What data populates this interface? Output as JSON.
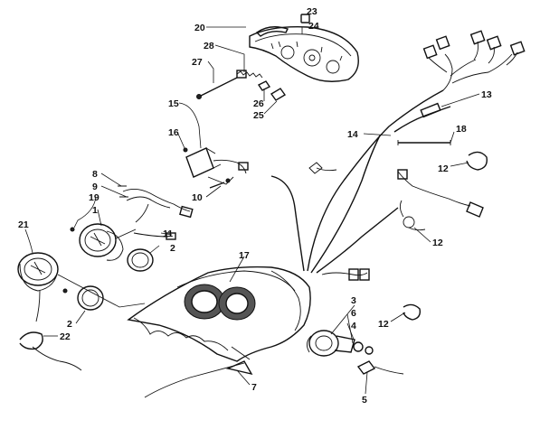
{
  "diagram": {
    "callouts": [
      {
        "id": "c1",
        "text": "1"
      },
      {
        "id": "c2a",
        "text": "2"
      },
      {
        "id": "c2b",
        "text": "2"
      },
      {
        "id": "c3",
        "text": "3"
      },
      {
        "id": "c4",
        "text": "4"
      },
      {
        "id": "c5",
        "text": "5"
      },
      {
        "id": "c6",
        "text": "6"
      },
      {
        "id": "c7",
        "text": "7"
      },
      {
        "id": "c8",
        "text": "8"
      },
      {
        "id": "c9",
        "text": "9"
      },
      {
        "id": "c10",
        "text": "10"
      },
      {
        "id": "c11",
        "text": "11"
      },
      {
        "id": "c12a",
        "text": "12"
      },
      {
        "id": "c12b",
        "text": "12"
      },
      {
        "id": "c12c",
        "text": "12"
      },
      {
        "id": "c13",
        "text": "13"
      },
      {
        "id": "c14",
        "text": "14"
      },
      {
        "id": "c15",
        "text": "15"
      },
      {
        "id": "c16",
        "text": "16"
      },
      {
        "id": "c17",
        "text": "17"
      },
      {
        "id": "c18",
        "text": "18"
      },
      {
        "id": "c19",
        "text": "19"
      },
      {
        "id": "c20",
        "text": "20"
      },
      {
        "id": "c21",
        "text": "21"
      },
      {
        "id": "c22",
        "text": "22"
      },
      {
        "id": "c23",
        "text": "23"
      },
      {
        "id": "c24",
        "text": "24"
      },
      {
        "id": "c25",
        "text": "25"
      },
      {
        "id": "c26",
        "text": "26"
      },
      {
        "id": "c27",
        "text": "27"
      },
      {
        "id": "c28",
        "text": "28"
      }
    ]
  }
}
